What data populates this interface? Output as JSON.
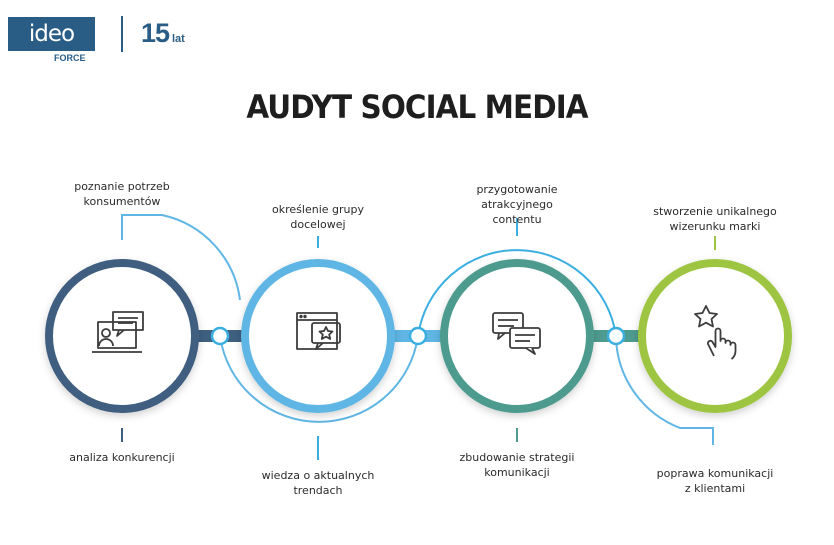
{
  "header": {
    "logo_text": "ideo",
    "logo_sub": "FORCE",
    "years_number": "15",
    "years_unit": "lat"
  },
  "title": "AUDYT SOCIAL MEDIA",
  "steps": [
    {
      "top_label": "poznanie potrzeb\nkonsumentów",
      "bottom_label": "analiza konkurencji",
      "icon": "presentation-chat-icon",
      "color": "#3f5f80"
    },
    {
      "top_label": "określenie grupy\ndocelowej",
      "bottom_label": "wiedza o aktualnych\ntrendach",
      "icon": "browser-star-icon",
      "color": "#5fb6e4"
    },
    {
      "top_label": "przygotowanie atrakcyjnego\ncontentu",
      "bottom_label": "zbudowanie strategii\nkomunikacji",
      "icon": "chat-bubbles-icon",
      "color": "#4e9b8f"
    },
    {
      "top_label": "stworzenie unikalnego\nwizerunku marki",
      "bottom_label": "poprawa komunikacji\nz klientami",
      "icon": "hand-star-icon",
      "color": "#9dc542"
    }
  ],
  "connector_color": "#3aaee0"
}
